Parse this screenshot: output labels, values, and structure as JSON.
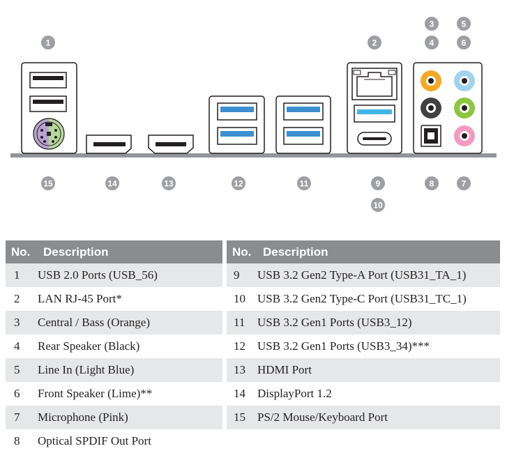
{
  "labels": {
    "p1": "1",
    "p2": "2",
    "p3": "3",
    "p4": "4",
    "p5": "5",
    "p6": "6",
    "p7": "7",
    "p8": "8",
    "p9": "9",
    "p10": "10",
    "p11": "11",
    "p12": "12",
    "p13": "13",
    "p14": "14",
    "p15": "15"
  },
  "table_headers": {
    "no": "No.",
    "description": "Description"
  },
  "left_table": [
    {
      "no": "1",
      "desc": "USB 2.0 Ports (USB_56)"
    },
    {
      "no": "2",
      "desc": "LAN RJ-45 Port*"
    },
    {
      "no": "3",
      "desc": "Central / Bass (Orange)"
    },
    {
      "no": "4",
      "desc": "Rear Speaker (Black)"
    },
    {
      "no": "5",
      "desc": "Line In (Light Blue)"
    },
    {
      "no": "6",
      "desc": "Front Speaker (Lime)**"
    },
    {
      "no": "7",
      "desc": "Microphone (Pink)"
    },
    {
      "no": "8",
      "desc": "Optical SPDIF Out Port"
    }
  ],
  "right_table": [
    {
      "no": "9",
      "desc": "USB 3.2 Gen2 Type-A Port (USB31_TA_1)"
    },
    {
      "no": "10",
      "desc": "USB 3.2 Gen2 Type-C Port (USB31_TC_1)"
    },
    {
      "no": "11",
      "desc": "USB 3.2 Gen1 Ports (USB3_12)"
    },
    {
      "no": "12",
      "desc": "USB 3.2 Gen1 Ports (USB3_34)***"
    },
    {
      "no": "13",
      "desc": "HDMI Port"
    },
    {
      "no": "14",
      "desc": "DisplayPort 1.2"
    },
    {
      "no": "15",
      "desc": "PS/2 Mouse/Keyboard Port"
    }
  ],
  "colors": {
    "badge": "#9d9fa2",
    "usb3_blue": "#3d8fd1",
    "usb31_blue": "#41b6e6",
    "orange": "#f7a823",
    "light_blue": "#9fd3ee",
    "lime": "#8cc63f",
    "pink": "#f49ac1",
    "black_jack": "#414042",
    "ps2_purple": "#b9a3d1",
    "ps2_green": "#b6d99b",
    "panel_line": "#939598",
    "header_gray": "#8a8c8e",
    "row_gray": "#e6e7e8"
  }
}
